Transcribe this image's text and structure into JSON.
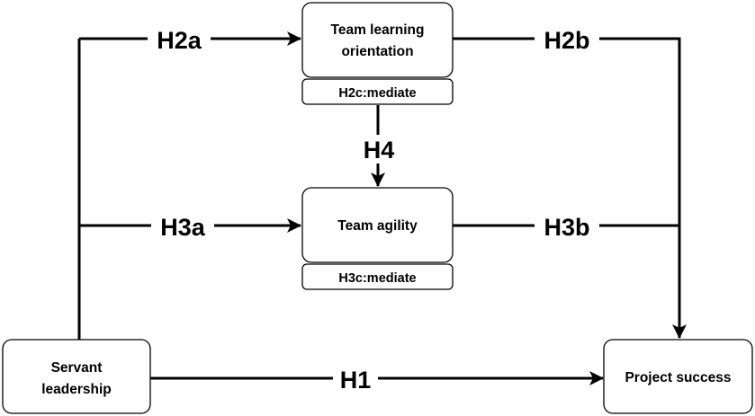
{
  "nodes": {
    "team_learning": {
      "line1": "Team learning",
      "line2": "orientation"
    },
    "team_agility": {
      "label": "Team agility"
    },
    "servant_leadership": {
      "line1": "Servant",
      "line2": "leadership"
    },
    "project_success": {
      "label": "Project success"
    }
  },
  "tags": {
    "h2c": "H2c:mediate",
    "h3c": "H3c:mediate"
  },
  "edges": {
    "h1": "H1",
    "h2a": "H2a",
    "h2b": "H2b",
    "h3a": "H3a",
    "h3b": "H3b",
    "h4": "H4"
  },
  "colors": {
    "stroke": "#000000",
    "background": "#ffffff"
  }
}
